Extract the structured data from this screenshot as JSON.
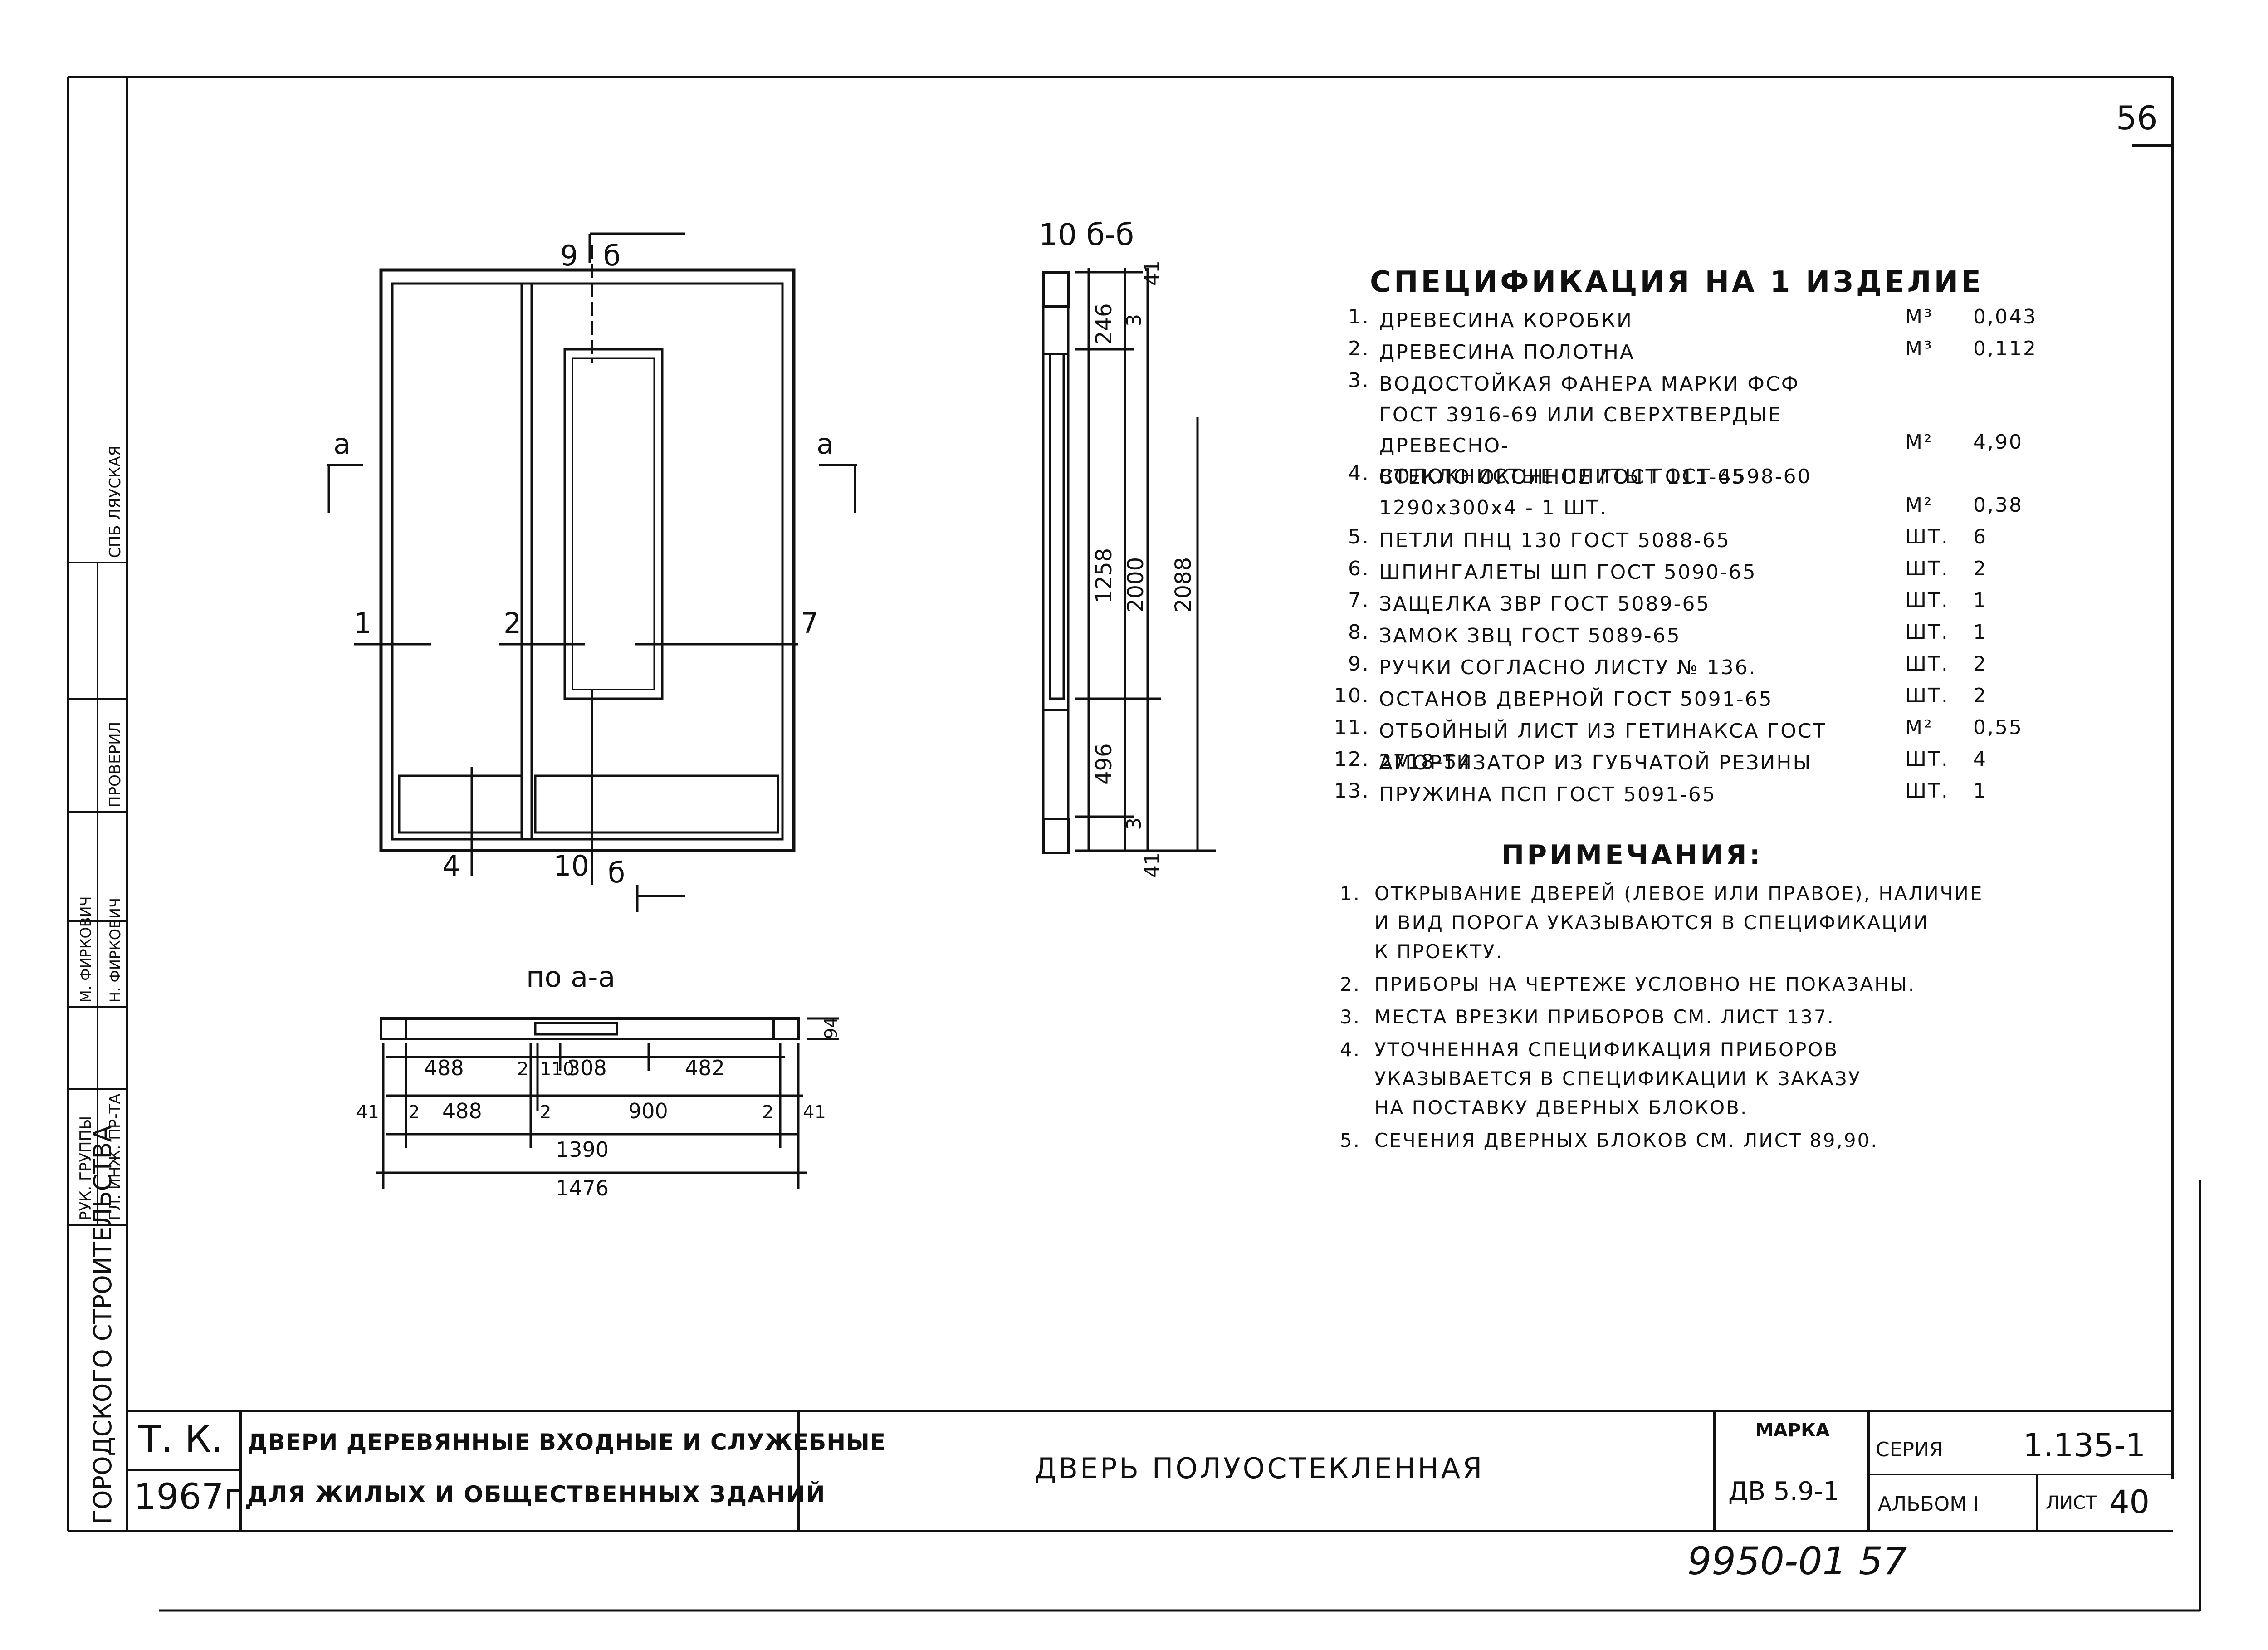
{
  "sheet_number": "56",
  "drawing": {
    "elevation": {
      "label_9": "9",
      "label_b_top": "б",
      "label_a_left": "а",
      "label_a_right": "а",
      "label_1": "1",
      "label_2": "2",
      "label_7": "7",
      "label_4": "4",
      "label_10": "10",
      "label_b_bottom": "б"
    },
    "section_bb": {
      "title": "10 б-б",
      "dims": [
        "41",
        "3",
        "246",
        "1258",
        "2000",
        "2088",
        "496",
        "3",
        "41"
      ]
    },
    "section_aa": {
      "title": "по а-а",
      "dim_94": "94",
      "row1": [
        "488",
        "2",
        "110",
        "308",
        "482"
      ],
      "row2": [
        "41",
        "2",
        "488",
        "2",
        "900",
        "2",
        "41"
      ],
      "total_1390": "1390",
      "total_1476": "1476"
    }
  },
  "specification": {
    "title": "СПЕЦИФИКАЦИЯ НА 1 ИЗДЕЛИЕ",
    "items": [
      {
        "num": "1.",
        "name": "ДРЕВЕСИНА КОРОБКИ",
        "unit": "М³",
        "qty": "0,043"
      },
      {
        "num": "2.",
        "name": "ДРЕВЕСИНА ПОЛОТНА",
        "unit": "М³",
        "qty": "0,112"
      },
      {
        "num": "3.",
        "name": "ВОДОСТОЙКАЯ ФАНЕРА МАРКИ ФСФ\nГОСТ 3916-69 ИЛИ СВЕРХТВЕРДЫЕ ДРЕВЕСНО-\nВОЛОКНИСТЫЕ ПЛИТЫ ГОСТ 4598-60",
        "unit": "М²",
        "qty": "4,90"
      },
      {
        "num": "4.",
        "name": "СТЕКЛО ОКОННОЕ ГОСТ 111-65\n1290х300х4 - 1 ШТ.",
        "unit": "М²",
        "qty": "0,38"
      },
      {
        "num": "5.",
        "name": "ПЕТЛИ ПНЦ 130 ГОСТ 5088-65",
        "unit": "ШТ.",
        "qty": "6"
      },
      {
        "num": "6.",
        "name": "ШПИНГАЛЕТЫ ШП ГОСТ 5090-65",
        "unit": "ШТ.",
        "qty": "2"
      },
      {
        "num": "7.",
        "name": "ЗАЩЕЛКА ЗВР ГОСТ 5089-65",
        "unit": "ШТ.",
        "qty": "1"
      },
      {
        "num": "8.",
        "name": "ЗАМОК ЗВЦ ГОСТ 5089-65",
        "unit": "ШТ.",
        "qty": "1"
      },
      {
        "num": "9.",
        "name": "РУЧКИ СОГЛАСНО ЛИСТУ № 136.",
        "unit": "ШТ.",
        "qty": "2"
      },
      {
        "num": "10.",
        "name": "ОСТАНОВ ДВЕРНОЙ ГОСТ 5091-65",
        "unit": "ШТ.",
        "qty": "2"
      },
      {
        "num": "11.",
        "name": "ОТБОЙНЫЙ ЛИСТ ИЗ ГЕТИНАКСА ГОСТ 2718-54",
        "unit": "М²",
        "qty": "0,55"
      },
      {
        "num": "12.",
        "name": "АМОРТИЗАТОР ИЗ ГУБЧАТОЙ РЕЗИНЫ",
        "unit": "ШТ.",
        "qty": "4"
      },
      {
        "num": "13.",
        "name": "ПРУЖИНА ПСП ГОСТ 5091-65",
        "unit": "ШТ.",
        "qty": "1"
      }
    ]
  },
  "notes": {
    "title": "ПРИМЕЧАНИЯ:",
    "items": [
      {
        "num": "1.",
        "text": "ОТКРЫВАНИЕ ДВЕРЕЙ (ЛЕВОЕ ИЛИ ПРАВОЕ), НАЛИЧИЕ\nИ ВИД ПОРОГА УКАЗЫВАЮТСЯ В СПЕЦИФИКАЦИИ\nК ПРОЕКТУ."
      },
      {
        "num": "2.",
        "text": "ПРИБОРЫ НА ЧЕРТЕЖЕ УСЛОВНО НЕ ПОКАЗАНЫ."
      },
      {
        "num": "3.",
        "text": "МЕСТА ВРЕЗКИ ПРИБОРОВ СМ. ЛИСТ 137."
      },
      {
        "num": "4.",
        "text": "УТОЧНЕННАЯ СПЕЦИФИКАЦИЯ ПРИБОРОВ\nУКАЗЫВАЕТСЯ В СПЕЦИФИКАЦИИ К ЗАКАЗУ\nНА ПОСТАВКУ ДВЕРНЫХ БЛОКОВ."
      },
      {
        "num": "5.",
        "text": "СЕЧЕНИЯ ДВЕРНЫХ БЛОКОВ СМ. ЛИСТ 89,90."
      }
    ]
  },
  "stamp": {
    "org_vertical": "ГОРОДСКОГО СТРОИТЕЛЬСТВА",
    "roles": [
      "РУК. ГРУППЫ",
      "ГЛ. ИНЖ. ПР-ТА",
      "ПРОВЕРИЛ",
      "СПБ ЛЯУСКАЯ"
    ],
    "persons": [
      "М. ФИРКОВИЧ",
      "Н. ФИРКОВИЧ"
    ],
    "org_code": "Т. К.",
    "year": "1967г.",
    "title_line1": "ДВЕРИ ДЕРЕВЯННЫЕ ВХОДНЫЕ И СЛУЖЕБНЫЕ",
    "title_line2": "ДЛЯ ЖИЛЫХ И ОБЩЕСТВЕННЫХ ЗДАНИЙ",
    "sheet_title": "ДВЕРЬ ПОЛУОСТЕКЛЕННАЯ",
    "marka_label": "МАРКА",
    "marka_value": "ДВ 5.9-1",
    "seria_label": "СЕРИЯ",
    "seria_value": "1.135-1",
    "album_label": "АЛЬБОМ I",
    "list_label": "ЛИСТ",
    "list_value": "40"
  },
  "archive_number": "9950-01 57"
}
